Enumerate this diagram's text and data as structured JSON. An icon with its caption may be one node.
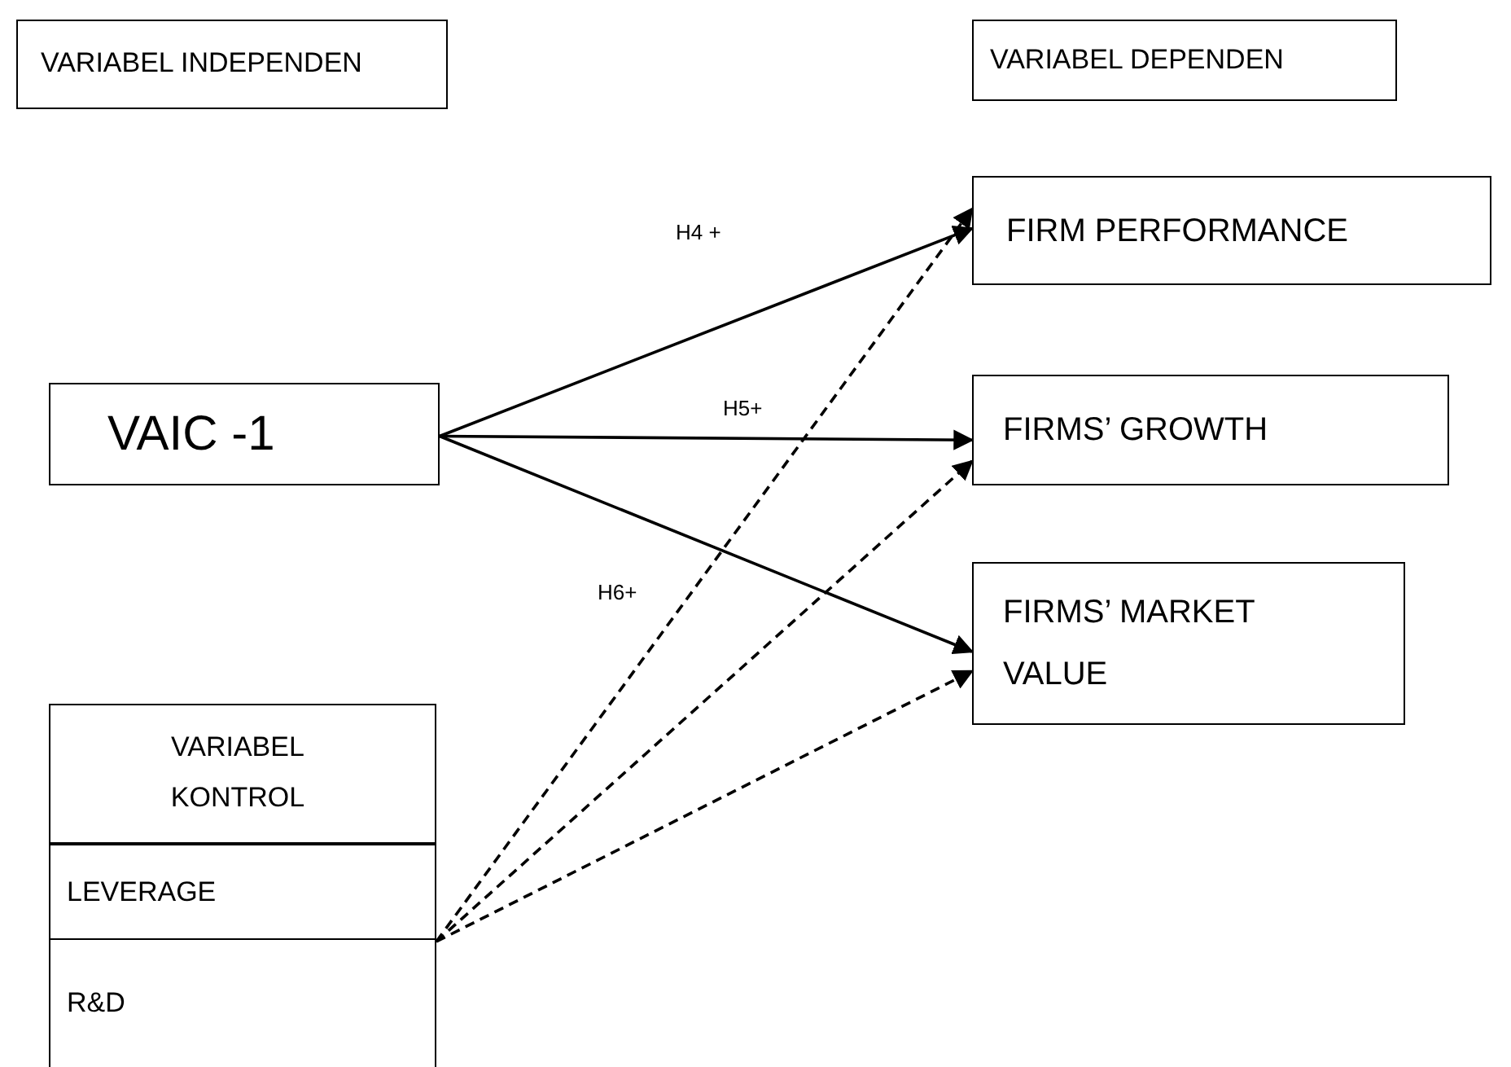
{
  "diagram": {
    "nodes": [
      {
        "text": [
          "VARIABEL INDEPENDEN"
        ]
      },
      {
        "text": [
          "VARIABEL DEPENDEN"
        ]
      },
      {
        "text": [
          "FIRM PERFORMANCE"
        ]
      },
      {
        "text": [
          "VAIC -1"
        ]
      },
      {
        "text": [
          "FIRMS’ GROWTH"
        ]
      },
      {
        "text": [
          "FIRMS’  MARKET VALUE"
        ]
      },
      {
        "text": [
          "VARIABEL KONTROL"
        ]
      },
      {
        "text": [
          "LEVERAGE"
        ]
      },
      {
        "text": [
          "R&D"
        ]
      }
    ],
    "edges": [
      {
        "from": 3,
        "to": 2,
        "arrow": "to",
        "label": "H4 +"
      },
      {
        "from": 3,
        "to": 4,
        "arrow": "to",
        "label": "H5+"
      },
      {
        "from": 3,
        "to": 5,
        "arrow": "to",
        "label": "H6+"
      },
      {
        "from": 7,
        "to": 2,
        "arrow": "to",
        "style": "dashed"
      },
      {
        "from": 7,
        "to": 4,
        "arrow": "to",
        "style": "dashed"
      },
      {
        "from": 7,
        "to": 5,
        "arrow": "to",
        "style": "dashed"
      }
    ]
  }
}
